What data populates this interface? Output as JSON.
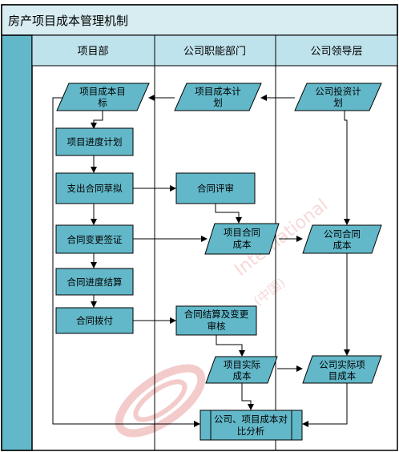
{
  "title": "房产项目成本管理机制",
  "lanes": [
    "项目部",
    "公司职能部门",
    "公司领导层"
  ],
  "nodes": {
    "project_cost_target": [
      "项目成本目",
      "标"
    ],
    "project_cost_plan": [
      "项目成本计",
      "划"
    ],
    "company_investment_plan": [
      "公司投资计",
      "划"
    ],
    "project_schedule": [
      "项目进度计划"
    ],
    "contract_draft": [
      "支出合同草拟"
    ],
    "contract_review": [
      "合同评审"
    ],
    "contract_change_visa": [
      "合同变更签证"
    ],
    "project_contract_cost": [
      "项目合同",
      "成本"
    ],
    "company_contract_cost": [
      "公司合同",
      "成本"
    ],
    "contract_progress_settlement": [
      "合同进度结算"
    ],
    "contract_payment": [
      "合同拨付"
    ],
    "settlement_change_audit": [
      "合同结算及变更",
      "审核"
    ],
    "project_actual_cost": [
      "项目实际",
      "成本"
    ],
    "company_actual_cost": [
      "公司实际项",
      "目成本"
    ],
    "comparison_analysis": [
      "公司、项目成本对",
      "比分析"
    ]
  },
  "watermark": {
    "text_latin": "International",
    "text_cn": "(中国)"
  },
  "colors": {
    "box_fill": "#62b8c9",
    "lane_bar": "#62b8c9",
    "title_bg": "#d7edf2",
    "header_bg": "#bfe3ec",
    "stroke": "#000000"
  }
}
